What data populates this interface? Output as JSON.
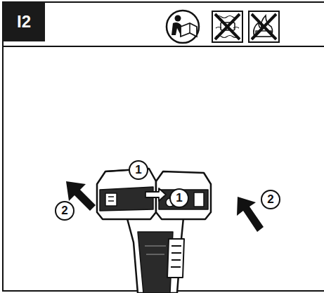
{
  "diagram": {
    "title": "I2",
    "labels": [
      "1",
      "1",
      "2",
      "2"
    ]
  }
}
